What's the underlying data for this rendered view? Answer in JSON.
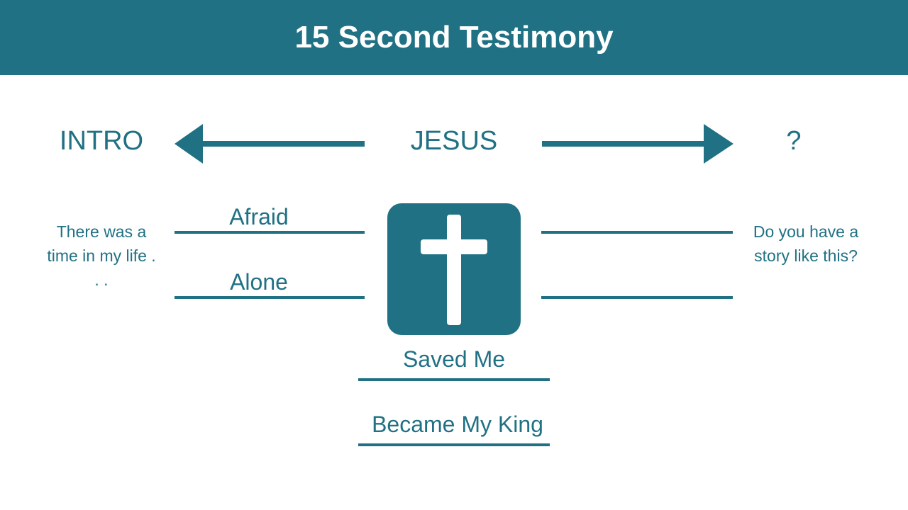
{
  "slide": {
    "title": "15 Second Testimony"
  },
  "timeline": {
    "left_label": "INTRO",
    "center_label": "JESUS",
    "right_label": "?",
    "left_arrow_icon": "arrow-left-icon",
    "right_arrow_icon": "arrow-right-icon"
  },
  "intro": {
    "text": "There was a time in my life . . .",
    "blanks": [
      "Afraid",
      "Alone"
    ]
  },
  "jesus": {
    "icon": "cross-icon",
    "blanks": [
      "Saved Me",
      "Became My King"
    ]
  },
  "question": {
    "text": "Do you have a story like this?",
    "blanks": [
      "",
      ""
    ]
  },
  "colors": {
    "accent": "#217184",
    "background": "#ffffff",
    "title_text": "#ffffff"
  }
}
